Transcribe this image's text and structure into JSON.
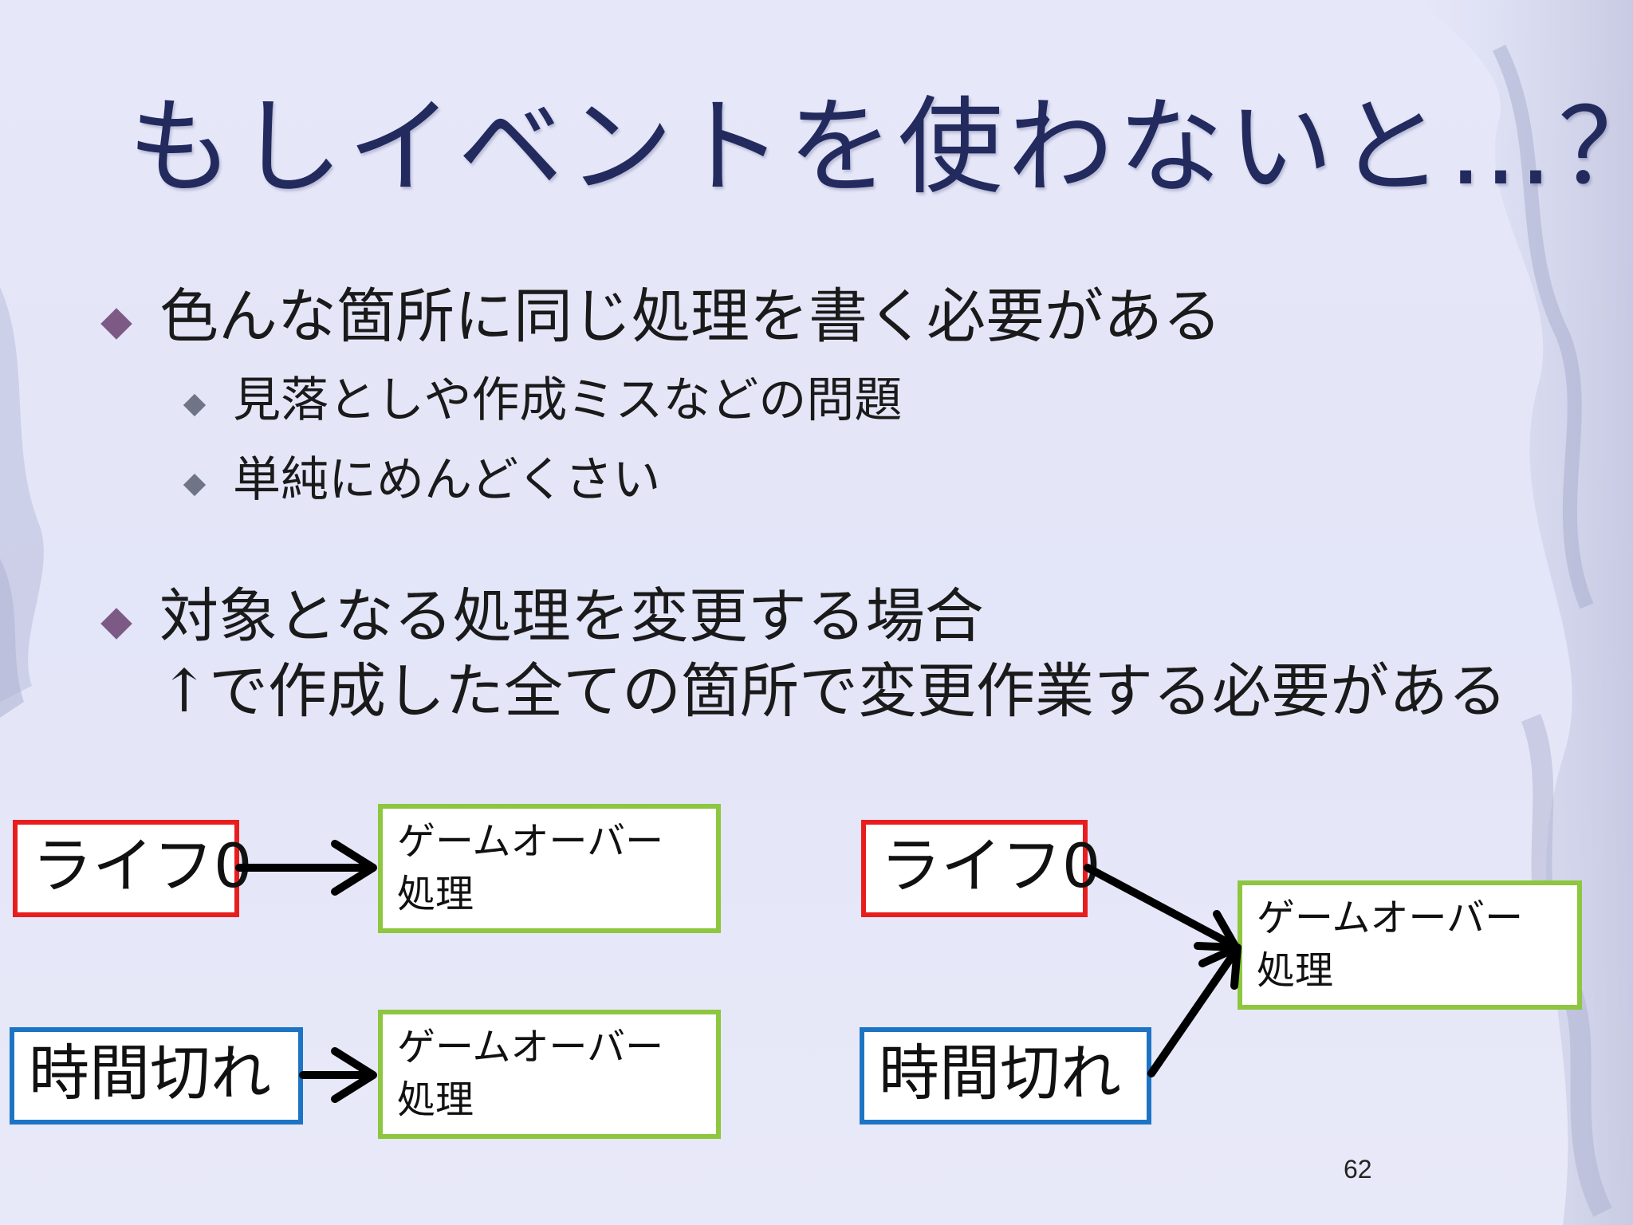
{
  "title": "もしイベントを使わないと…？",
  "bullets": [
    {
      "text": "色んな箇所に同じ処理を書く必要がある",
      "sub": [
        "見落としや作成ミスなどの問題",
        "単純にめんどくさい"
      ]
    },
    {
      "text": "対象となる処理を変更する場合",
      "text2": "↑で作成した全ての箇所で変更作業する必要がある"
    }
  ],
  "diagram_left": {
    "trigger1": "ライフ0",
    "trigger2": "時間切れ",
    "process1": "ゲームオーバー\n処理",
    "process2": "ゲームオーバー\n処理"
  },
  "diagram_right": {
    "trigger1": "ライフ0",
    "trigger2": "時間切れ",
    "process": "ゲームオーバー\n処理"
  },
  "page_number": "62",
  "colors": {
    "title": "#232a5e",
    "bullet_marker": "#7d5a86",
    "sub_marker": "#6f7486",
    "trigger_life_border": "#e81e1e",
    "trigger_time_border": "#1d74c4",
    "process_border": "#8dc63f"
  }
}
